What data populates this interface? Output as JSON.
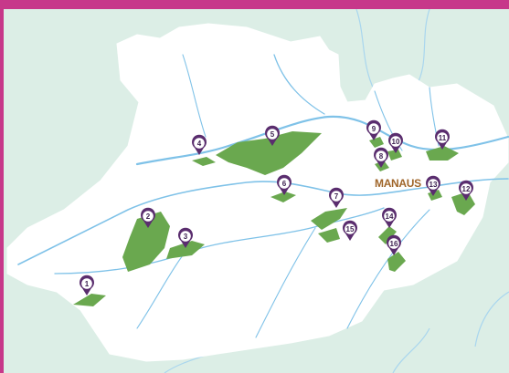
{
  "map": {
    "city_label": "MANAUS",
    "colors": {
      "frame": "#c7388a",
      "surroundings": "#dceee6",
      "state": "#ffffff",
      "rivers": "#7fc2e8",
      "areas": "#6aa84f",
      "pin": "#5a2d6e"
    },
    "areas": [
      {
        "id": "1",
        "label": "1"
      },
      {
        "id": "2",
        "label": "2"
      },
      {
        "id": "3",
        "label": "3"
      },
      {
        "id": "4",
        "label": "4"
      },
      {
        "id": "5",
        "label": "5"
      },
      {
        "id": "6",
        "label": "6"
      },
      {
        "id": "7",
        "label": "7"
      },
      {
        "id": "8",
        "label": "8"
      },
      {
        "id": "9",
        "label": "9"
      },
      {
        "id": "10",
        "label": "10"
      },
      {
        "id": "11",
        "label": "11"
      },
      {
        "id": "12",
        "label": "12"
      },
      {
        "id": "13",
        "label": "13"
      },
      {
        "id": "14",
        "label": "14"
      },
      {
        "id": "15",
        "label": "15"
      },
      {
        "id": "16",
        "label": "16"
      }
    ]
  }
}
